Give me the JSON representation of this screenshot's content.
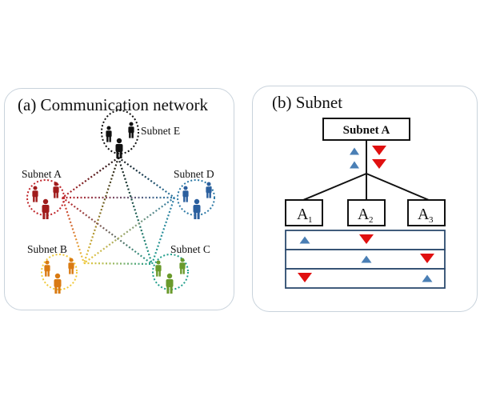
{
  "panel_a": {
    "title": "(a) Communication network",
    "subnets": [
      {
        "id": "E",
        "label": "Subnet E",
        "color": "#111111"
      },
      {
        "id": "A",
        "label": "Subnet A",
        "color": "#a01c1c"
      },
      {
        "id": "D",
        "label": "Subnet D",
        "color": "#2b5f9e"
      },
      {
        "id": "B",
        "label": "Subnet B",
        "color": "#d97a12"
      },
      {
        "id": "C",
        "label": "Subnet C",
        "color": "#6a9a2c"
      }
    ],
    "link_colors": {
      "E": "#111111",
      "A": "#c0262b",
      "D": "#2e7aa6",
      "B": "#f0c93a",
      "C": "#239f8c"
    },
    "links": [
      [
        "E",
        "A"
      ],
      [
        "E",
        "D"
      ],
      [
        "E",
        "B"
      ],
      [
        "E",
        "C"
      ],
      [
        "A",
        "D"
      ],
      [
        "A",
        "B"
      ],
      [
        "A",
        "C"
      ],
      [
        "D",
        "B"
      ],
      [
        "D",
        "C"
      ],
      [
        "B",
        "C"
      ]
    ]
  },
  "panel_b": {
    "title": "(b) Subnet",
    "root_label": "Subnet A",
    "children": [
      {
        "base": "A",
        "sub": "1"
      },
      {
        "base": "A",
        "sub": "2"
      },
      {
        "base": "A",
        "sub": "3"
      }
    ],
    "up_color": "#4a7fb5",
    "down_color": "#e01010",
    "root_markers": {
      "up": 2,
      "down": 2
    },
    "rows": [
      {
        "up_col": 1,
        "down_col": 2
      },
      {
        "up_col": 2,
        "down_col": 3
      },
      {
        "up_col": 3,
        "down_col": 1
      }
    ],
    "table_border": "#2c4a6e"
  }
}
